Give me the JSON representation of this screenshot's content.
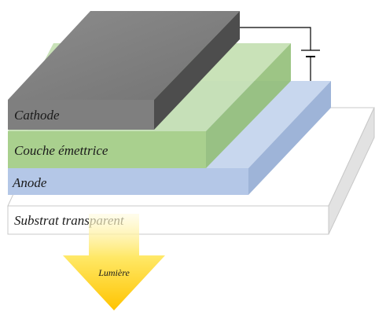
{
  "layers": {
    "cathode": {
      "label": "Cathode",
      "color": "#7f7f7f"
    },
    "emitter": {
      "label": "Couche émettrice",
      "color": "#a9d08e"
    },
    "anode": {
      "label": "Anode",
      "color": "#b4c7e7"
    },
    "substrate": {
      "label": "Substrat transparent",
      "color": "#ffffff"
    }
  },
  "light": {
    "label": "Lumière",
    "color": "#ffd700"
  },
  "circuit": {
    "element": "battery-symbol"
  }
}
